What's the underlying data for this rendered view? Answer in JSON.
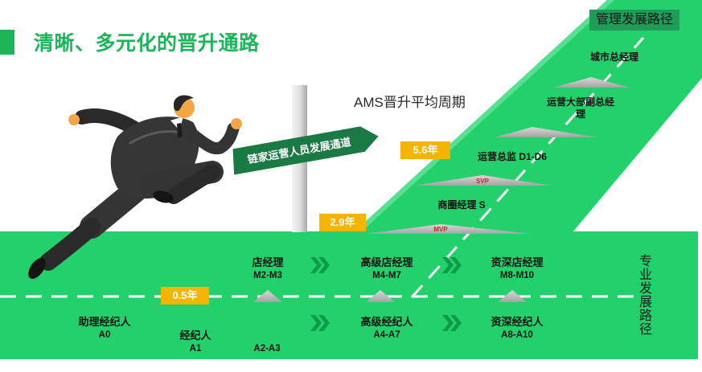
{
  "slide": {
    "title": "清晰、多元化的晋升通路",
    "management_path_label": "管理发展路径",
    "professional_path_label": "专业发展路径",
    "cycle_label": "AMS晋升平均周期",
    "signpost_text": "链家运营人员发展通道"
  },
  "year_badges": [
    "5.6年",
    "2.9年",
    "0.5年"
  ],
  "management_levels": [
    {
      "title": "城市总经理"
    },
    {
      "title": "运营大部副总经理"
    },
    {
      "title": "运营总监 D1-D6"
    },
    {
      "title": "商圈经理 S"
    }
  ],
  "step_tags": [
    "SVP",
    "MVP"
  ],
  "store_track": [
    {
      "title": "店经理",
      "grade": "M2-M3"
    },
    {
      "title": "高级店经理",
      "grade": "M4-M7"
    },
    {
      "title": "资深店经理",
      "grade": "M8-M10"
    }
  ],
  "agent_track": [
    {
      "title": "助理经纪人",
      "grade": "A0"
    },
    {
      "title": "经纪人",
      "grade": "A1"
    },
    {
      "grade": "A2-A3"
    },
    {
      "title": "高级经纪人",
      "grade": "A4-A7"
    },
    {
      "title": "资深经纪人",
      "grade": "A8-A10"
    }
  ],
  "icons": {
    "progress_arrow": "double-chevron-right-icon"
  },
  "colors": {
    "brand_green": "#1db45a",
    "road_green": "#22d16b",
    "chevron_green": "#0c9c49",
    "sign_green": "#1a7a43",
    "box_green": "#1e9c58",
    "badge_yellow": "#f5b400",
    "step_grey": "#a3a3a3",
    "tag_red": "#d11f1f"
  }
}
